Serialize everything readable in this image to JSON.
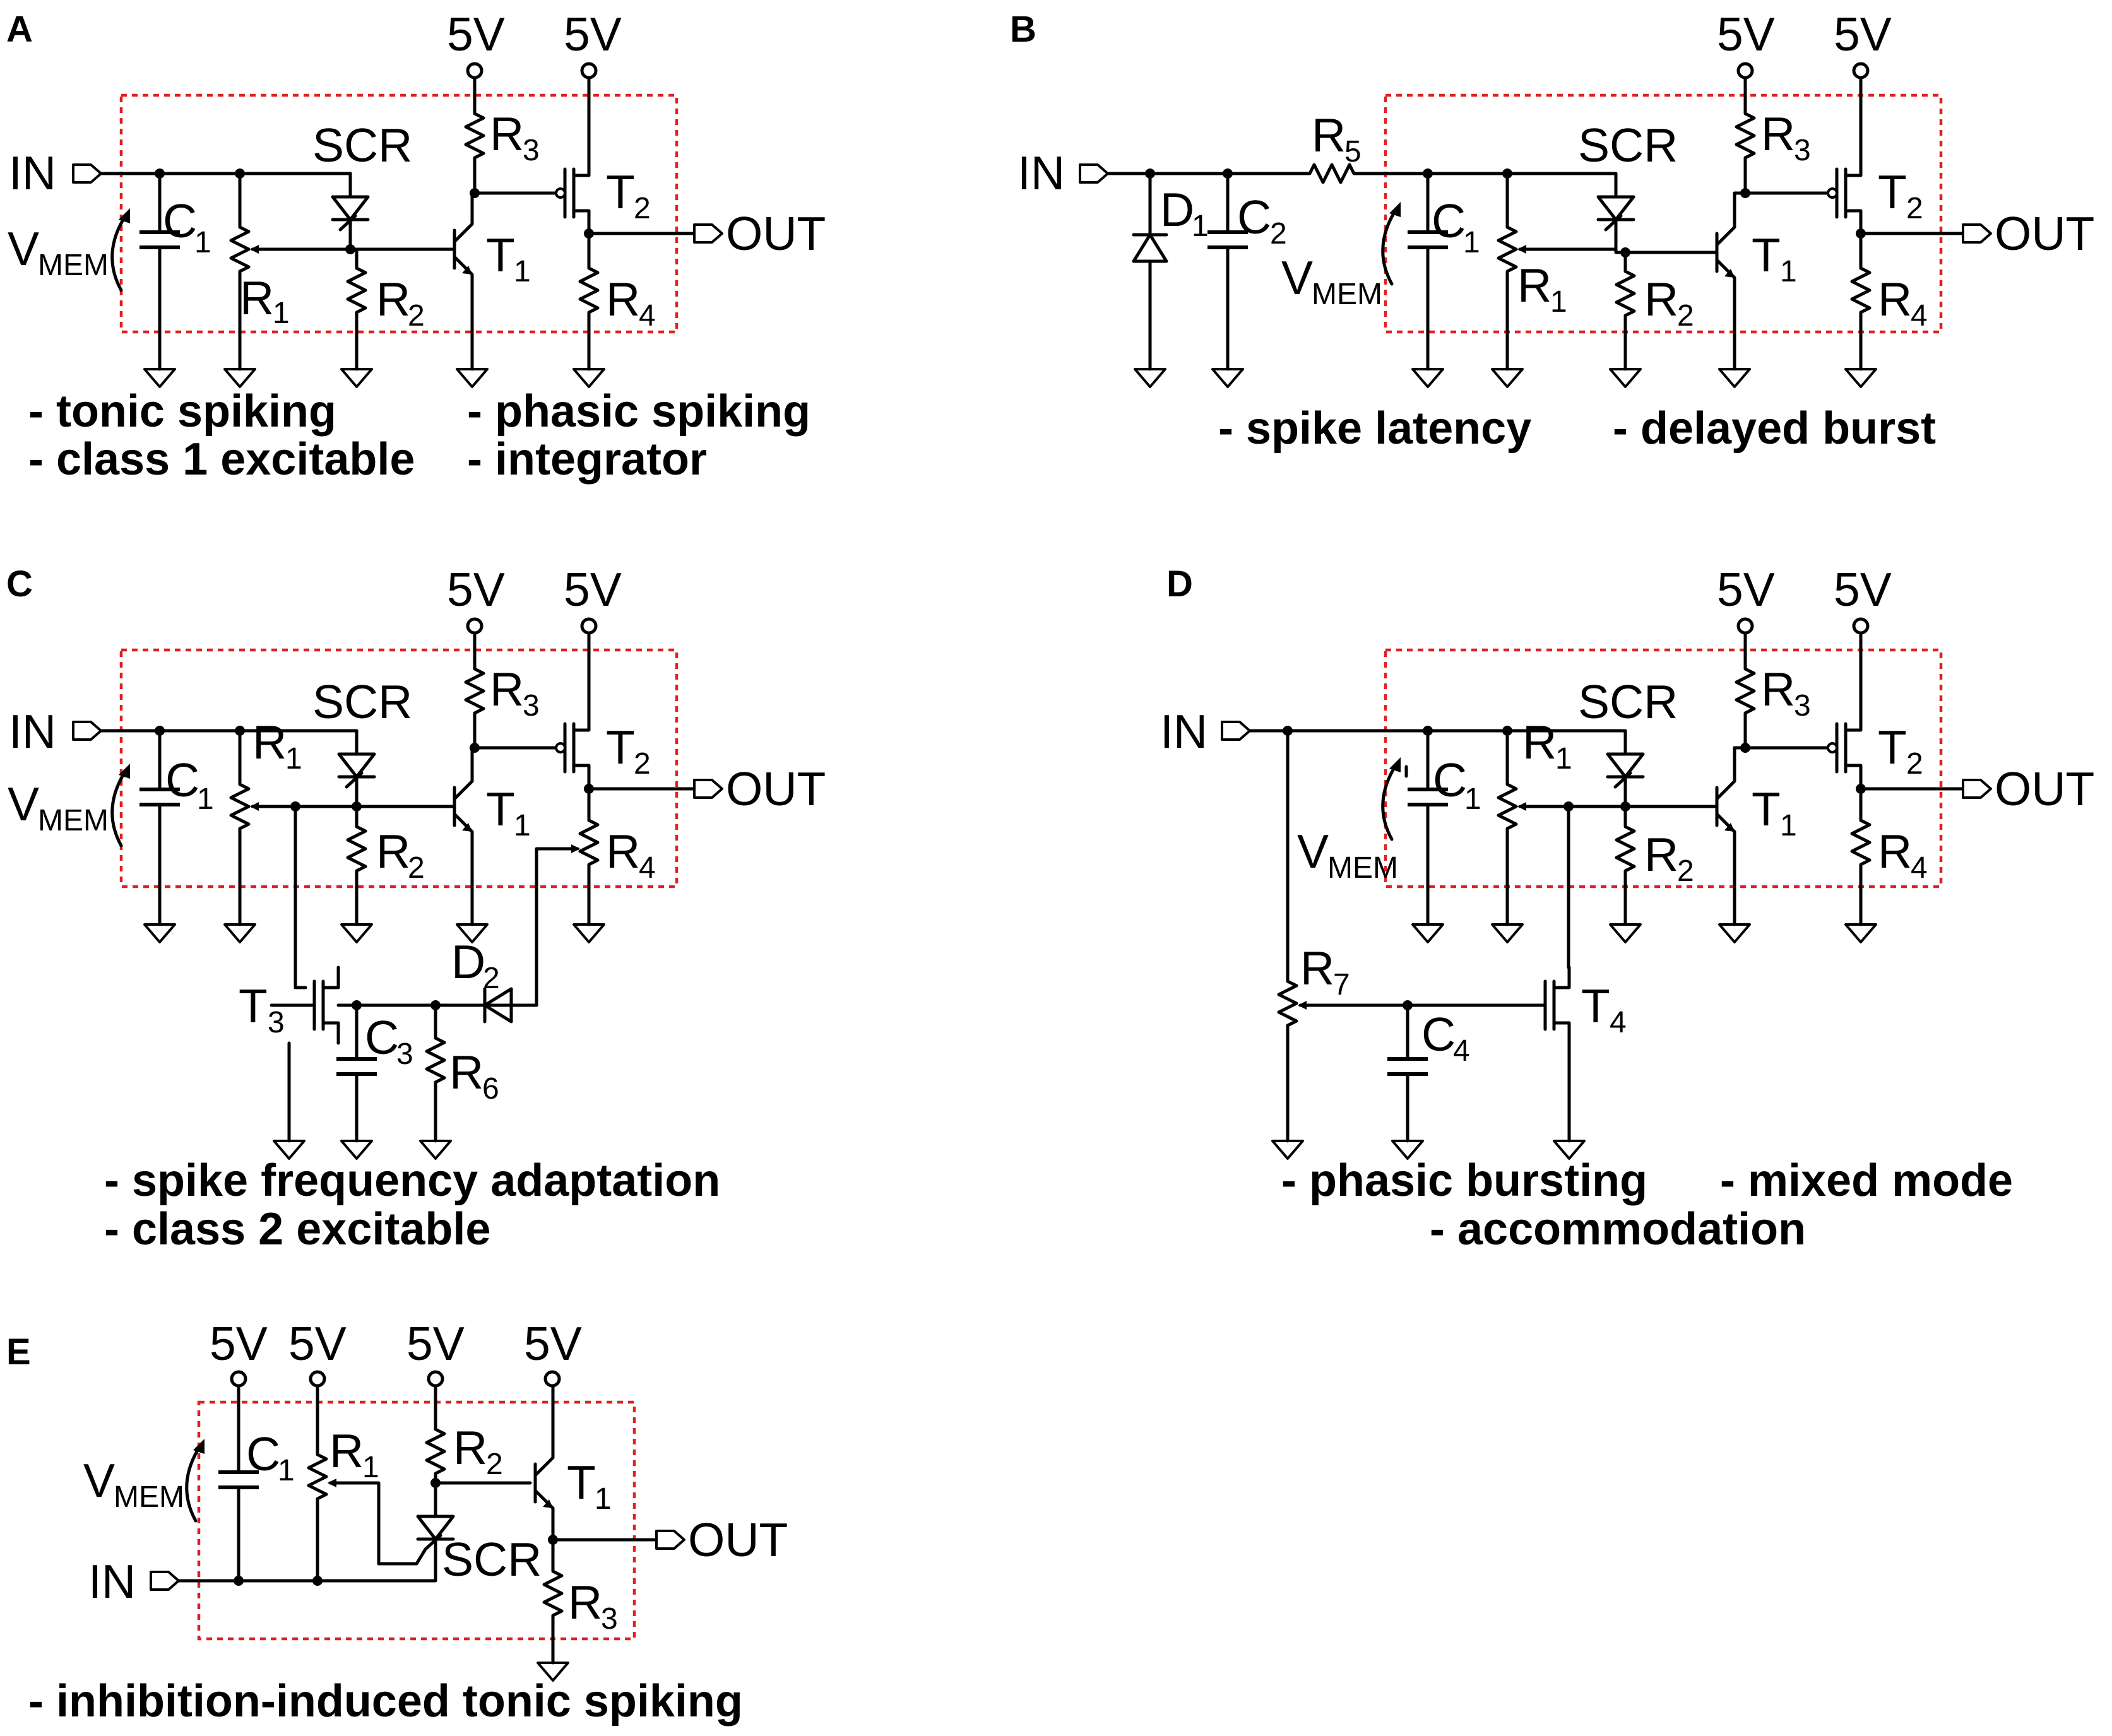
{
  "panels": [
    {
      "id": "A",
      "letter": "A",
      "desc": [
        "- tonic spiking",
        "- phasic spiking",
        "- class 1 excitable",
        "- integrator"
      ]
    },
    {
      "id": "B",
      "letter": "B",
      "desc": [
        "- spike latency",
        "- delayed burst"
      ]
    },
    {
      "id": "C",
      "letter": "C",
      "desc": [
        "- spike frequency adaptation",
        "- class 2 excitable"
      ]
    },
    {
      "id": "D",
      "letter": "D",
      "desc": [
        "- phasic bursting",
        "- mixed mode",
        "- accommodation"
      ]
    },
    {
      "id": "E",
      "letter": "E",
      "desc": [
        "- inhibition-induced tonic spiking"
      ]
    }
  ],
  "labels": {
    "in": "IN",
    "out": "OUT",
    "supply": "5V",
    "scr": "SCR",
    "vmem": "V",
    "vmem_sub": "MEM",
    "C": "C",
    "R": "R",
    "T": "T",
    "D": "D",
    "n1": "1",
    "n2": "2",
    "n3": "3",
    "n4": "4",
    "n5": "5",
    "n6": "6",
    "n7": "7"
  },
  "colors": {
    "wire": "#000000",
    "boundary": "#e02020",
    "background": "#ffffff"
  }
}
